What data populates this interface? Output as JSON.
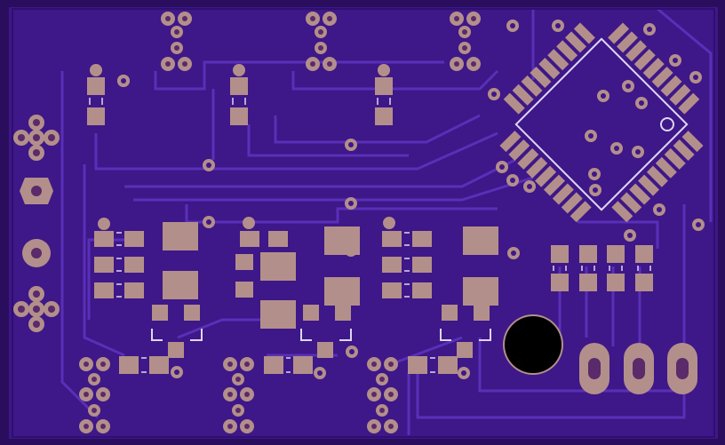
{
  "title": "",
  "colors": {
    "board": "#3f1a8a",
    "fill": "#46209a",
    "trace": "#5a2fb8",
    "trace_dark": "#2e1070",
    "pad": "#b38f8b",
    "pad_hole": "#5a2a6a",
    "silk": "#ddd6f2",
    "hole": "#000000"
  },
  "components": {
    "mcu": "rotated-qfp-chip",
    "mounting_hole": "mounting-hole",
    "connectors": [
      "jst-connector-1",
      "jst-connector-2",
      "jst-connector-3"
    ],
    "slots": [
      "slot-pad-1",
      "slot-pad-2",
      "slot-pad-3"
    ]
  }
}
